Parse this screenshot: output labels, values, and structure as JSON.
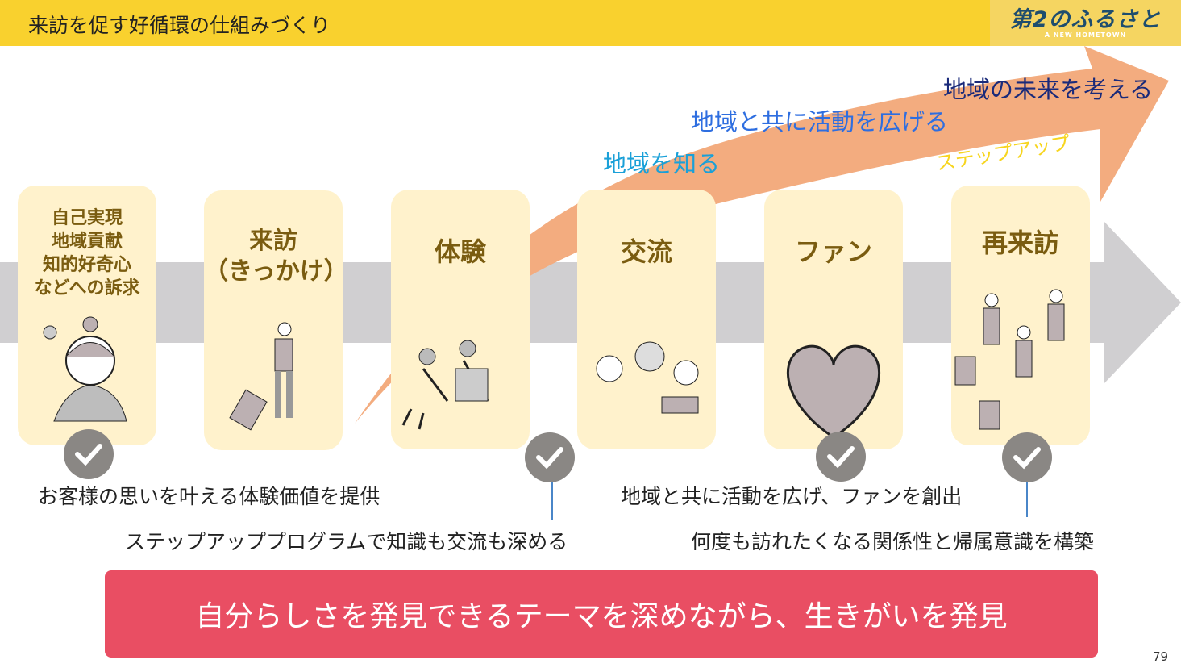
{
  "header": {
    "title": "来訪を促す好循環の仕組みづくり",
    "logo_main": "第2のふるさと",
    "logo_sub": "A NEW HOMETOWN"
  },
  "arrow_labels": {
    "step1": "地域を知る",
    "step2": "地域と共に活動を広げる",
    "step3": "地域の未来を考える",
    "stepup": "ステップアップ"
  },
  "cards": [
    {
      "label": "自己実現\n地域貢献\n知的好奇心\nなどへの訴求",
      "illustration": "woman-idea-icon"
    },
    {
      "label": "来訪\n（きっかけ）",
      "illustration": "traveler-icon"
    },
    {
      "label": "体験",
      "illustration": "farming-icon"
    },
    {
      "label": "交流",
      "illustration": "people-cheering-icon"
    },
    {
      "label": "ファン",
      "illustration": "heart-icon"
    },
    {
      "label": "再来訪",
      "illustration": "travelers-group-icon"
    }
  ],
  "captions": {
    "c1": "お客様の思いを叶える体験価値を提供",
    "c2": "ステップアッププログラムで知識も交流も深める",
    "c3": "地域と共に活動を広げ、ファンを創出",
    "c4": "何度も訪れたくなる関係性と帰属意識を構築"
  },
  "banner": "自分らしさを発見できるテーマを深めながら、生きがいを発見",
  "page_number": "79",
  "colors": {
    "header": "#f9d12e",
    "card": "#fff2cc",
    "banner": "#e94e63",
    "orange_arrow": "#f3ac7f",
    "gray_arrow": "#d0cfd1"
  }
}
